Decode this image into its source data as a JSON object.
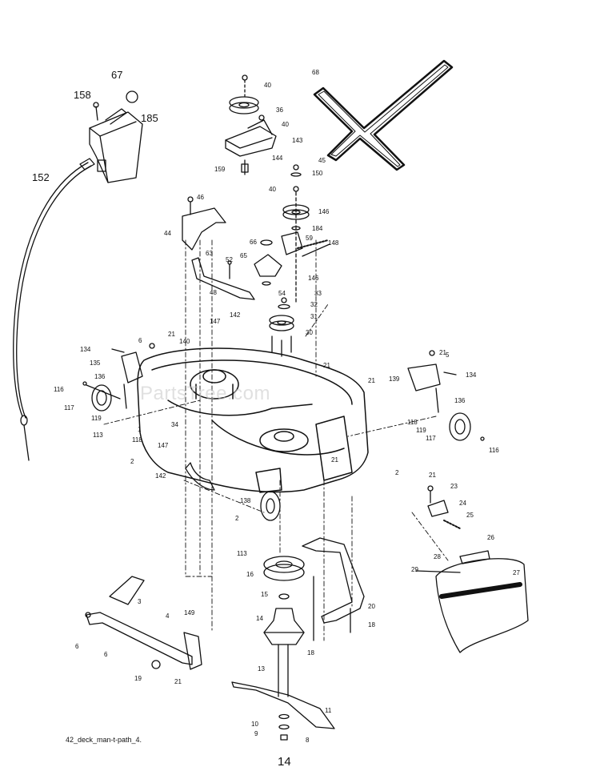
{
  "diagram": {
    "file_id": "42_deck_man-t-path_4.",
    "page_number": "14",
    "watermark": "PartsTree.com",
    "callouts": {
      "c67": "67",
      "c158": "158",
      "c185": "185",
      "c152": "152",
      "c68": "68",
      "c40a": "40",
      "c36": "36",
      "c40b": "40",
      "c143": "143",
      "c144": "144",
      "c159": "159",
      "c45": "45",
      "c150": "150",
      "c40c": "40",
      "c146a": "146",
      "c184": "184",
      "c59": "59",
      "c148": "148",
      "c46": "46",
      "c44": "44",
      "c66": "66",
      "c65": "65",
      "c63": "63",
      "c52": "52",
      "c48": "48",
      "c146b": "146",
      "c54": "54",
      "c33": "33",
      "c32": "32",
      "c31": "31",
      "c30": "30",
      "c147a": "147",
      "c142a": "142",
      "c21a": "21",
      "c6a": "6",
      "c134a": "134",
      "c140": "140",
      "c21b": "21",
      "c21c": "21",
      "c5": "5",
      "c134b": "134",
      "c139": "139",
      "c21d": "21",
      "c116a": "116",
      "c136a": "136",
      "c135": "135",
      "c117a": "117",
      "c119a": "119",
      "c113a": "113",
      "c118a": "118",
      "c34": "34",
      "c147b": "147",
      "c1": "1",
      "c2a": "2",
      "c21e": "21",
      "c2b": "2",
      "c136b": "136",
      "c118b": "118",
      "c119b": "119",
      "c117b": "117",
      "c116b": "116",
      "c142b": "142",
      "c138": "138",
      "c2c": "2",
      "c21f": "21",
      "c23": "23",
      "c24": "24",
      "c25": "25",
      "c26": "26",
      "c28": "28",
      "c29": "29",
      "c27": "27",
      "c113b": "113",
      "c16": "16",
      "c15": "15",
      "c14": "14",
      "c20": "20",
      "c18a": "18",
      "c18b": "18",
      "c3": "3",
      "c4": "4",
      "c149": "149",
      "c6b": "6",
      "c6c": "6",
      "c19": "19",
      "c21g": "21",
      "c13": "13",
      "c11": "11",
      "c10": "10",
      "c9": "9",
      "c8": "8"
    }
  }
}
